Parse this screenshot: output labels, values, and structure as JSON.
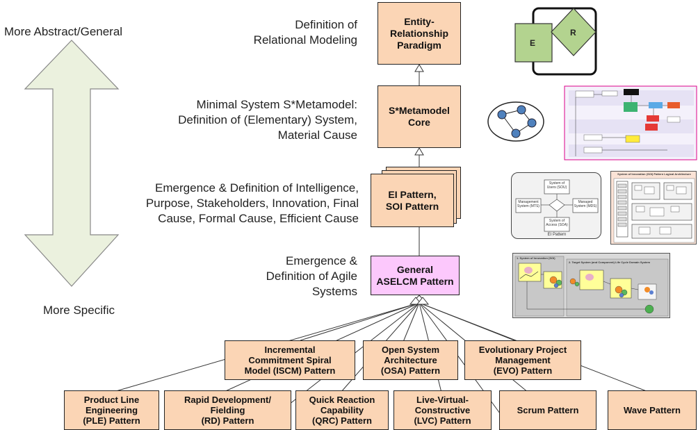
{
  "axis": {
    "top_label": "More Abstract/General",
    "bottom_label": "More Specific"
  },
  "levels": [
    {
      "description": "Definition of\nRelational Modeling",
      "box_label": "Entity-\nRelationship\nParadigm"
    },
    {
      "description": "Minimal System S*Metamodel:\nDefinition of (Elementary) System,\nMaterial Cause",
      "box_label": "S*Metamodel\nCore"
    },
    {
      "description": "Emergence & Definition of Intelligence,\nPurpose, Stakeholders, Innovation, Final\nCause, Formal Cause, Efficient Cause",
      "box_label": "EI Pattern,\nSOI Pattern"
    },
    {
      "description": "Emergence &\nDefinition of Agile\nSystems",
      "box_label": "General\nASELCM Pattern"
    }
  ],
  "er_icon": {
    "entity": "E",
    "relationship": "R"
  },
  "ei_thumbnail": {
    "users": "System of\nUsers (SOU)",
    "management": "Management\nSystem (MTS)",
    "managed": "Managed\nSystem (MDS)",
    "access": "System of\nAccess (SOA)",
    "caption": "EI Pattern"
  },
  "soi_thumbnail": {
    "title": "System of Innovation (SOI) Pattern Logical Architecture"
  },
  "aselcm_thumbnail": {
    "left_header": "1. System of Innovation (SOI)",
    "right_header": "2. Target System (and Component) Life Cycle Domain System"
  },
  "patterns_row1": [
    "Incremental\nCommitment Spiral\nModel (ISCM) Pattern",
    "Open System\nArchitecture\n(OSA) Pattern",
    "Evolutionary Project\nManagement\n(EVO) Pattern"
  ],
  "patterns_row2": [
    "Product Line\nEngineering\n(PLE) Pattern",
    "Rapid Development/\nFielding\n(RD) Pattern",
    "Quick Reaction\nCapability\n(QRC) Pattern",
    "Live-Virtual-\nConstructive\n(LVC) Pattern",
    "Scrum Pattern",
    "Wave Pattern"
  ],
  "colors": {
    "box_fill": "#fbd5b5",
    "aselcm_fill": "#fcc8fc",
    "arrow_fill": "#ebf1de",
    "icon_green": "#b3d38f",
    "node_blue": "#4f81bd"
  }
}
